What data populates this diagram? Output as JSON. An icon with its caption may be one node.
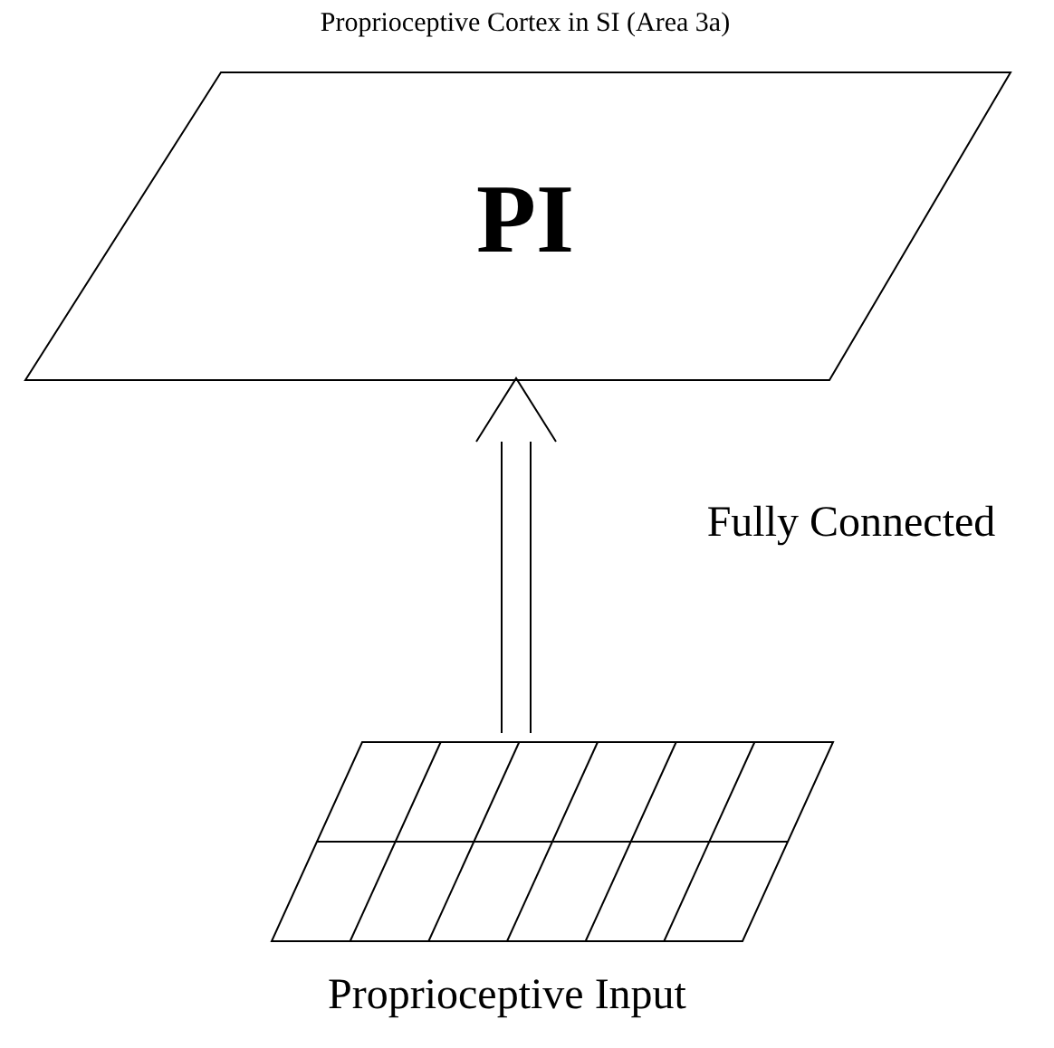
{
  "diagram": {
    "nodes": [
      {
        "text": [
          "Proprioceptive Cortex in SI (Area 3a)",
          "PI"
        ]
      },
      {
        "text": [
          "Proprioceptive Input"
        ]
      }
    ],
    "edges": [
      {
        "from": 1,
        "to": 0,
        "arrow": "to",
        "label": "Fully Connected"
      }
    ]
  }
}
